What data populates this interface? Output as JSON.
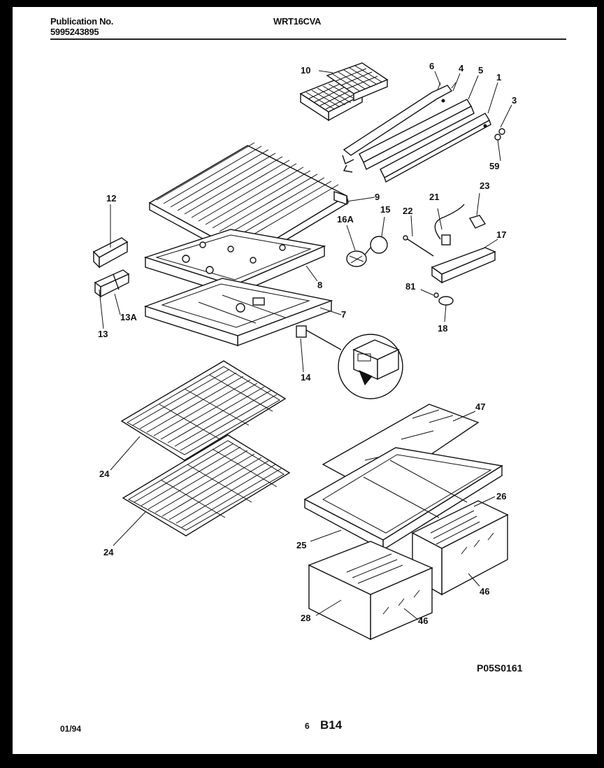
{
  "header": {
    "publication_label": "Publication No.",
    "publication_number": "5995243895",
    "model": "WRT16CVA"
  },
  "footer": {
    "date": "01/94",
    "page": "6",
    "section": "B14",
    "drawing_code": "P05S0161"
  },
  "callouts": [
    "10",
    "6",
    "4",
    "5",
    "1",
    "3",
    "59",
    "9",
    "12",
    "16A",
    "15",
    "22",
    "21",
    "23",
    "17",
    "8",
    "13A",
    "13",
    "81",
    "18",
    "7",
    "14",
    "47",
    "24",
    "26",
    "25",
    "28",
    "46"
  ]
}
